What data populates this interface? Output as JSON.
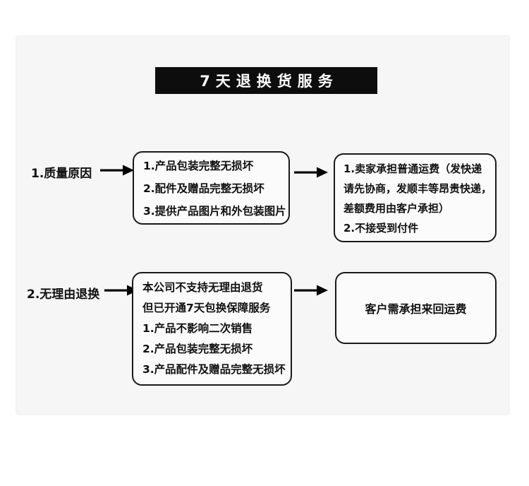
{
  "title": "7天退换货服务",
  "colors": {
    "page_bg": "#ffffff",
    "card_bg": "#f6f6f6",
    "title_bg": "#0d0d0d",
    "title_text": "#ffffff",
    "text": "#111111",
    "box_border": "#1a1a1a",
    "arrow": "#000000"
  },
  "icons": {
    "arrow_right": "→"
  },
  "rows": [
    {
      "label": "1.质量原因",
      "conditions": {
        "lines": [
          "1.产品包装完整无损坏",
          "2.配件及赠品完整无损坏",
          "3.提供产品图片和外包装图片"
        ]
      },
      "result": {
        "lines": [
          "1.卖家承担普通运费（发快递",
          "请先协商，发顺丰等昂贵快递，",
          "差额费用由客户承担）",
          "2.不接受到付件"
        ]
      }
    },
    {
      "label": "2.无理由退换",
      "conditions": {
        "lines": [
          "本公司不支持无理由退货",
          "但已开通7天包换保障服务",
          "1.产品不影响二次销售",
          "2.产品包装完整无损坏",
          "3.产品配件及赠品完整无损坏"
        ]
      },
      "result": {
        "lines": [
          "客户需承担来回运费"
        ]
      }
    }
  ]
}
